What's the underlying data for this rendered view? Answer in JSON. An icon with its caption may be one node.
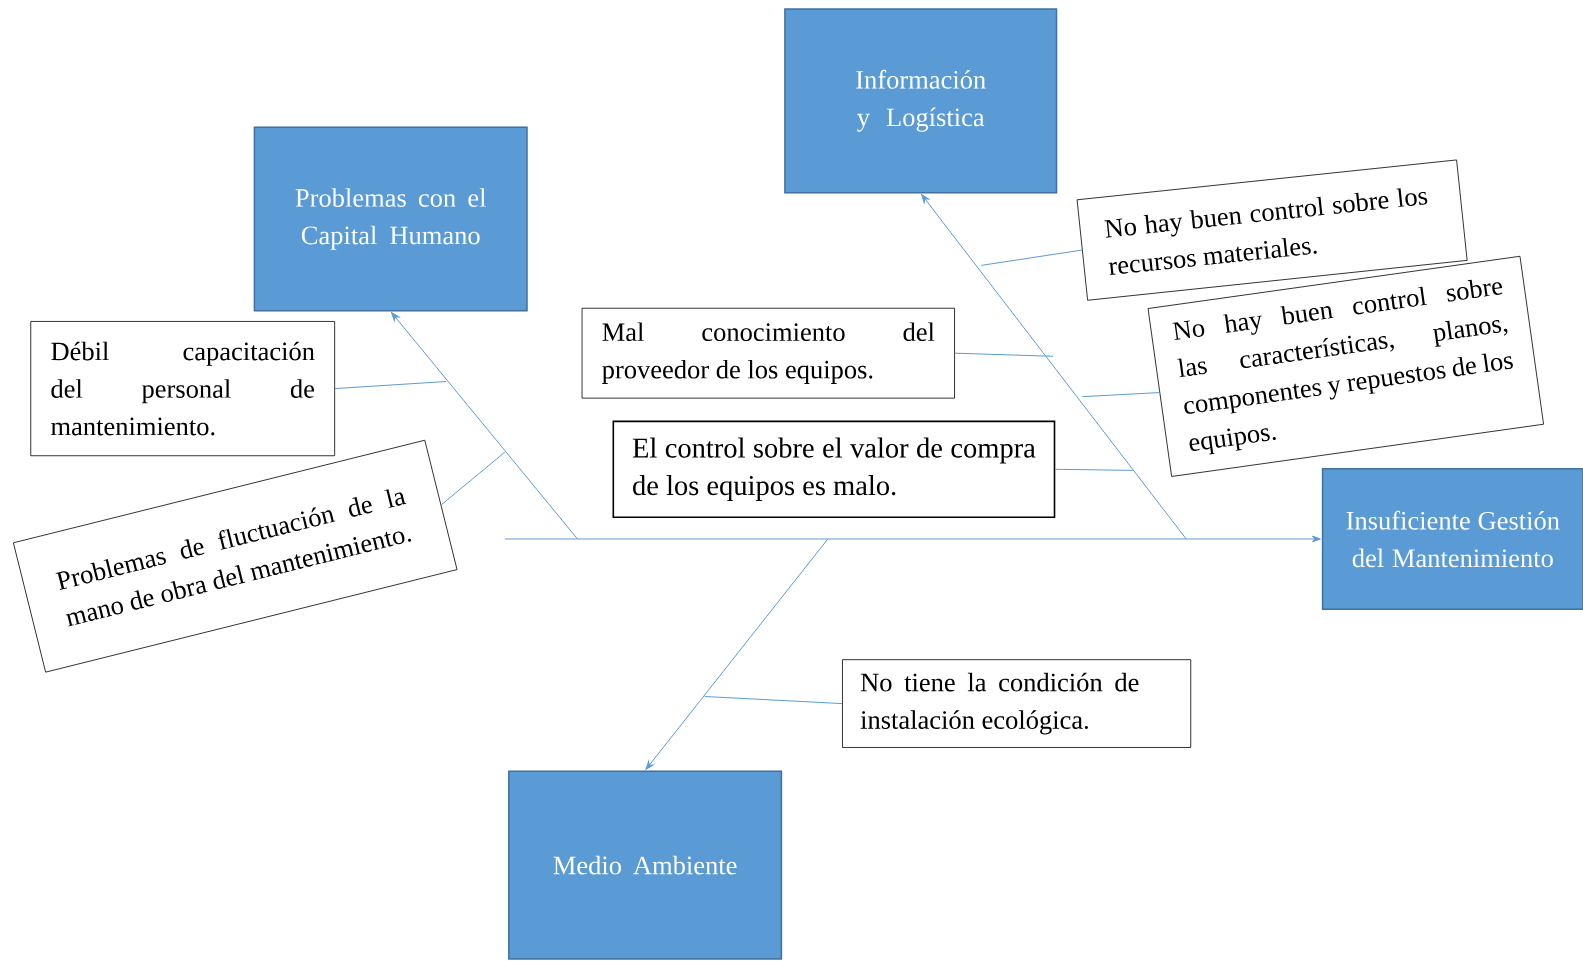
{
  "diagram": {
    "nodes": [
      {
        "text": [
          "Información y Logística"
        ]
      },
      {
        "text": [
          "Problemas con el Capital Humano"
        ]
      },
      {
        "text": [
          "Insuficiente Gestión del Mantenimiento"
        ]
      },
      {
        "text": [
          "Medio Ambiente"
        ]
      },
      {
        "text": [
          "No hay buen control sobre los recursos materiales."
        ]
      },
      {
        "text": [
          "No hay buen control sobre las características, planos, componentes y repuestos de los equipos."
        ]
      },
      {
        "text": [
          "Mal conocimiento del proveedor de los equipos."
        ]
      },
      {
        "text": [
          "El control sobre el valor de compra de los equipos es malo."
        ]
      },
      {
        "text": [
          "Débil capacitación del personal de mantenimiento."
        ]
      },
      {
        "text": [
          "Problemas de fluctuación de la mano de obra del mantenimiento."
        ]
      },
      {
        "text": [
          "No tiene la condición de instalación ecológica."
        ]
      }
    ],
    "edges": [
      {
        "from": null,
        "to": 2,
        "arrow": "to"
      },
      {
        "from": null,
        "to": 1,
        "arrow": "to"
      },
      {
        "from": null,
        "to": 0,
        "arrow": "to"
      },
      {
        "from": null,
        "to": 3,
        "arrow": "to"
      },
      {
        "from": 4,
        "to": null,
        "arrow": "none"
      },
      {
        "from": 5,
        "to": null,
        "arrow": "none"
      },
      {
        "from": 6,
        "to": null,
        "arrow": "none"
      },
      {
        "from": 7,
        "to": null,
        "arrow": "none"
      },
      {
        "from": 8,
        "to": null,
        "arrow": "none"
      },
      {
        "from": 9,
        "to": null,
        "arrow": "none"
      },
      {
        "from": 10,
        "to": null,
        "arrow": "none"
      }
    ]
  }
}
